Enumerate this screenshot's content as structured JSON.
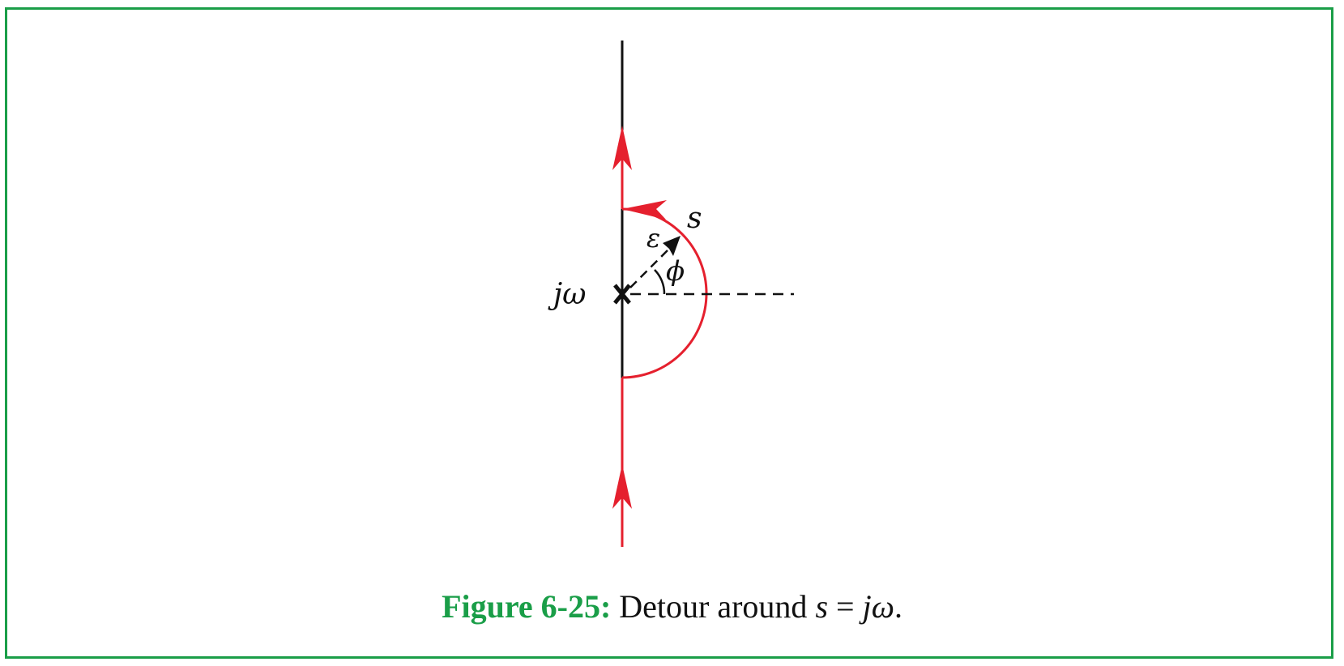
{
  "labels": {
    "pole": "jω",
    "contour": "s",
    "radius": "ε",
    "angle": "ϕ"
  },
  "caption": {
    "figure_label": "Figure 6-25:",
    "text_before": "Detour around ",
    "math_s": "s",
    "equals": " = ",
    "math_jw": "jω",
    "period": "."
  },
  "colors": {
    "frame": "#1a9e48",
    "contour": "#e5202e",
    "axis": "#111111",
    "figure_label": "#1a9e48"
  }
}
